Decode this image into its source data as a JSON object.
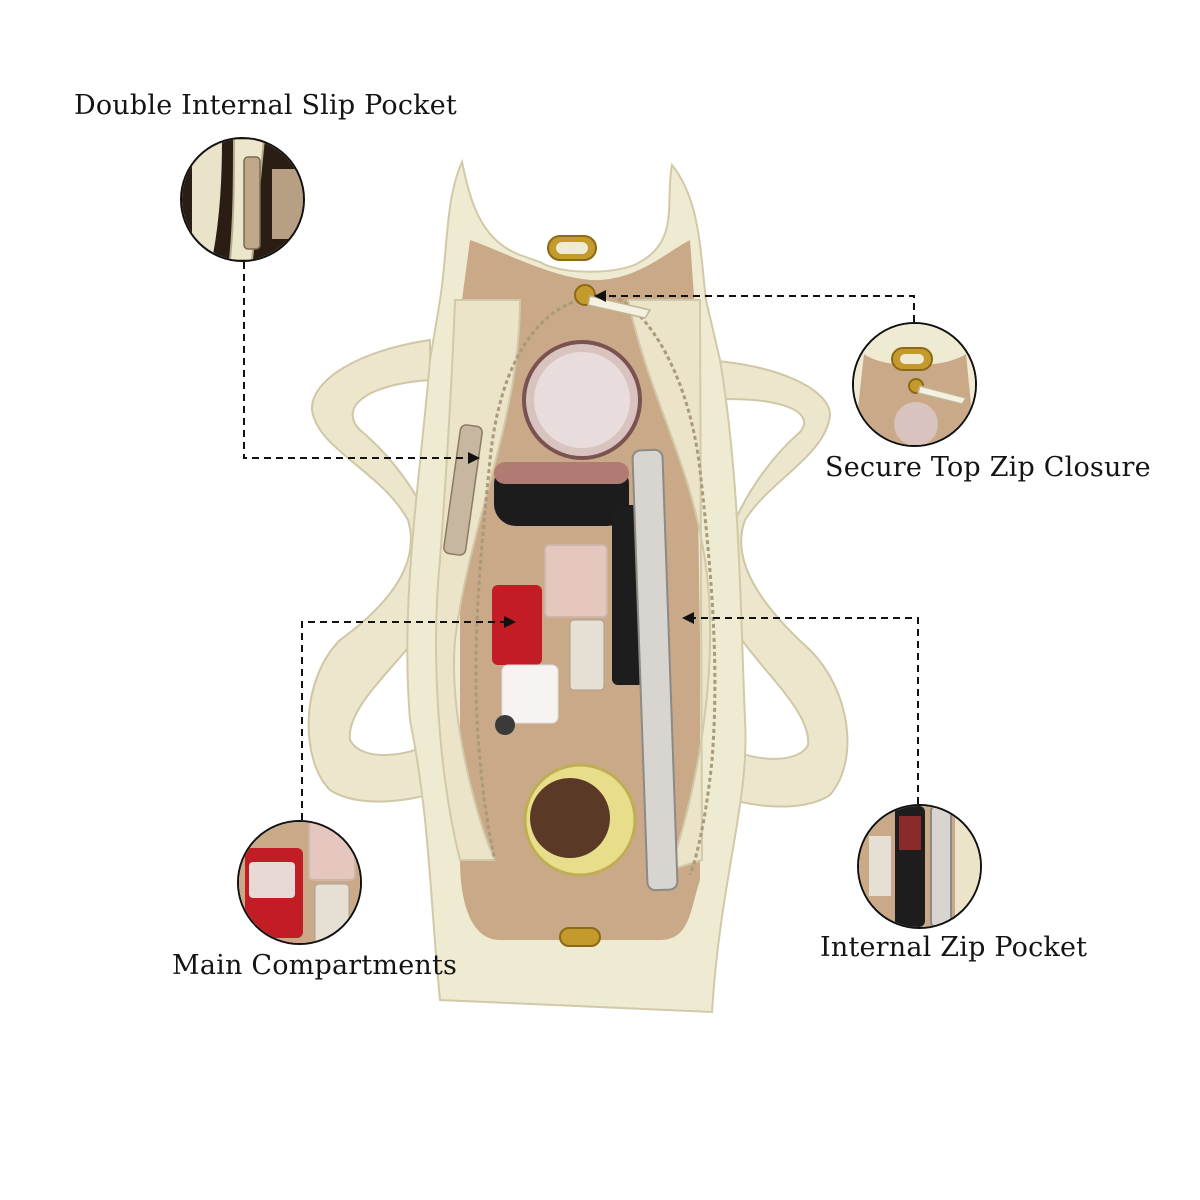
{
  "features": {
    "slip_pocket": {
      "label": "Double Internal Slip Pocket",
      "icon": "slip-pocket-detail"
    },
    "zip_closure": {
      "label": "Secure Top Zip Closure",
      "icon": "zip-closure-detail"
    },
    "main_compartments": {
      "label": "Main Compartments",
      "icon": "main-compartment-detail"
    },
    "zip_pocket": {
      "label": "Internal Zip Pocket",
      "icon": "zip-pocket-detail"
    }
  },
  "colors": {
    "leather": "#efead2",
    "leather_shadow": "#d8d1b2",
    "lining": "#c9a988",
    "gold": "#c49a2c",
    "leader_line": "#111111"
  }
}
